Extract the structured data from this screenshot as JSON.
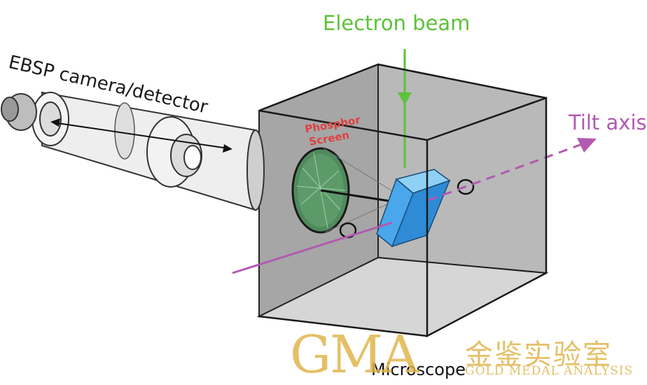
{
  "labels": {
    "electron_beam": "Electron beam",
    "tilt_axis": "Tilt axis",
    "camera": "EBSP camera/detector",
    "phosphor_line1": "Phosphor",
    "phosphor_line2": "Screen",
    "microscope": "Microscope"
  },
  "watermark": {
    "latin": "GMA",
    "chinese": "金鉴实验室",
    "subtitle": "GOLD MEDAL ANALYSIS"
  },
  "colors": {
    "electron_beam": "#5cc23a",
    "tilt_axis": "#b25ab0",
    "phosphor_text": "#e04040",
    "sample": "#3aa0e6",
    "phosphor_screen": "#4f8a5c",
    "chamber": "#c8c8c8",
    "watermark": "#deb246"
  }
}
